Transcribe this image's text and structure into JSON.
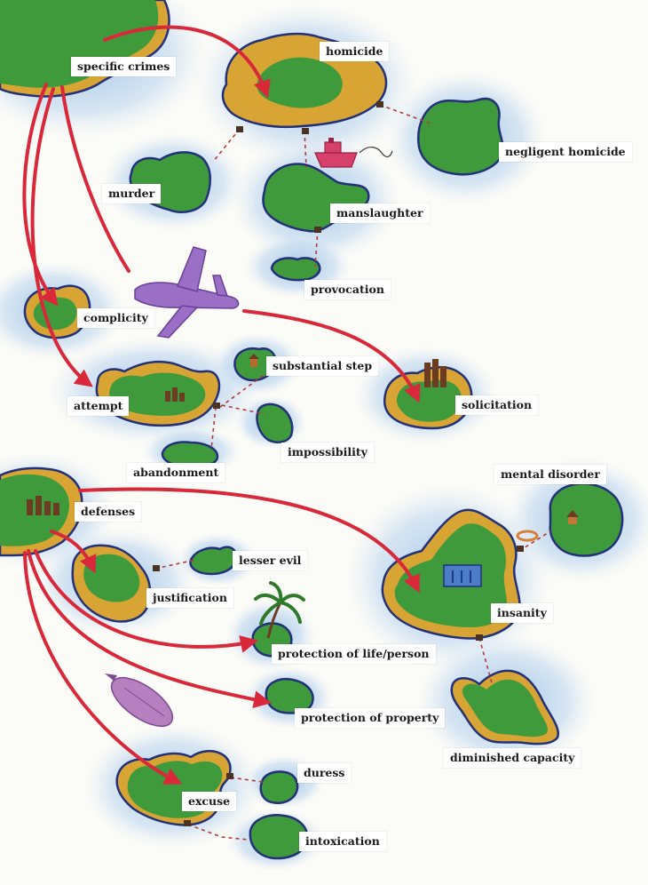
{
  "labels": {
    "specific_crimes": "specific crimes",
    "homicide": "homicide",
    "negligent_homicide": "negligent homicide",
    "murder": "murder",
    "manslaughter": "manslaughter",
    "provocation": "provocation",
    "complicity": "complicity",
    "substantial_step": "substantial step",
    "attempt": "attempt",
    "solicitation": "solicitation",
    "impossibility": "impossibility",
    "abandonment": "abandonment",
    "mental_disorder": "mental disorder",
    "defenses": "defenses",
    "lesser_evil": "lesser evil",
    "justification": "justification",
    "insanity": "insanity",
    "protection_of_life_person": "protection of life/person",
    "protection_of_property": "protection of property",
    "diminished_capacity": "diminished capacity",
    "duress": "duress",
    "excuse": "excuse",
    "intoxication": "intoxication"
  },
  "colors": {
    "sea": "#a9c9e8",
    "land": "#3f9a3c",
    "land_dark": "#2f7a2a",
    "shore": "#d8a535",
    "coast": "#23307a",
    "arrow": "#d8283a",
    "route": "#b33a3a",
    "plane": "#9b6fc6",
    "blimp": "#b57fc0",
    "ship": "#d6416b",
    "building": "#6b3b22"
  }
}
